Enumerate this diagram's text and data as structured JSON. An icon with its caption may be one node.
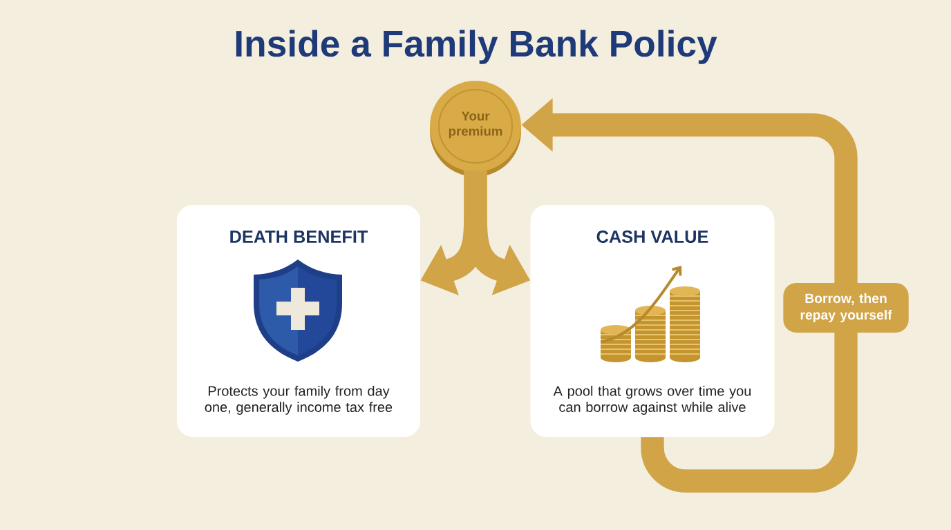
{
  "diagram": {
    "title": "Inside a Family Bank Policy",
    "nodes": [
      {
        "text": [
          "Your premium"
        ]
      },
      {
        "text": [
          "DEATH BENEFIT",
          "Protects your family from day one, generally income tax free"
        ]
      },
      {
        "text": [
          "CASH VALUE",
          "A pool that grows over time you can borrow against while alive"
        ]
      }
    ],
    "edges": [
      {
        "from": 0,
        "to": 1,
        "arrow": "to"
      },
      {
        "from": 0,
        "to": 2,
        "arrow": "to"
      },
      {
        "from": 2,
        "to": 0,
        "arrow": "to",
        "label": "Borrow, then repay yourself"
      }
    ]
  }
}
